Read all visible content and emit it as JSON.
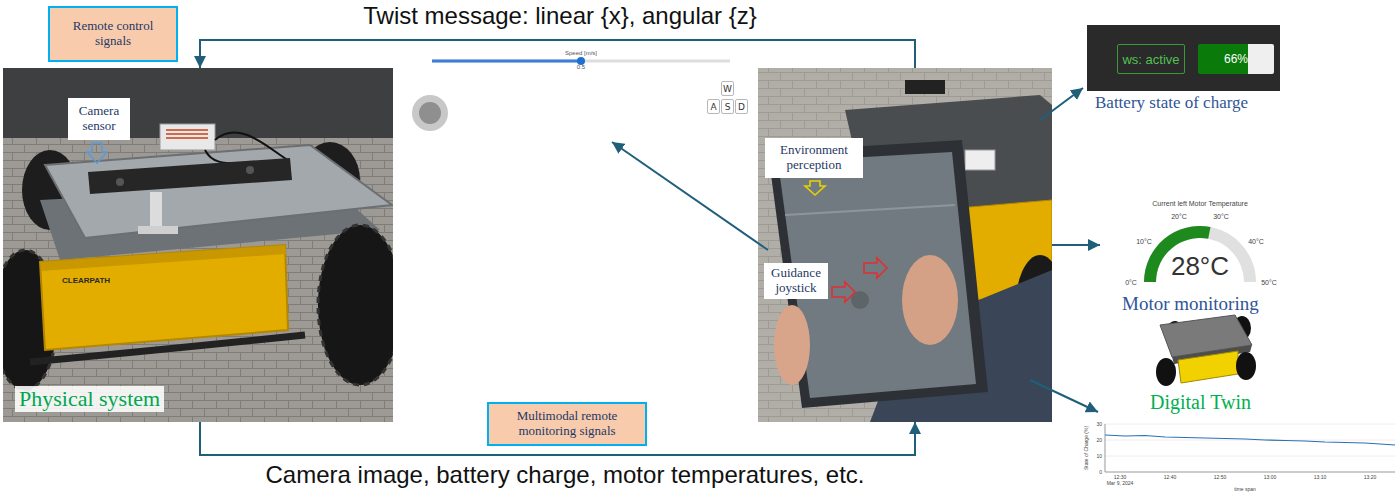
{
  "diagram": {
    "nodes": [
      {
        "text": [
          "Remote control signals"
        ]
      },
      {
        "text": [
          "Physical system"
        ]
      },
      {
        "text": [
          "Camera sensor"
        ],
        "in": 1
      },
      {
        "text": [
          "W"
        ]
      },
      {
        "text": [
          "A"
        ]
      },
      {
        "text": [
          "S"
        ]
      },
      {
        "text": [
          "D"
        ]
      },
      {
        "text": []
      },
      {
        "text": [
          "Environment perception"
        ],
        "in": 7
      },
      {
        "text": [
          "Guidance joystick"
        ],
        "in": 7
      },
      {
        "text": [
          "ws: active"
        ]
      },
      {
        "text": [
          "66%"
        ]
      },
      {
        "text": [
          "Multimodal remote monitoring signals"
        ]
      }
    ],
    "edges": [
      {
        "from": 7,
        "to": 1,
        "arrow": "to",
        "label": "Twist message: linear {x}, angular {z}"
      },
      {
        "from": 1,
        "to": 7,
        "arrow": "to",
        "label": "Camera image, battery charge, motor temperatures, etc."
      }
    ],
    "labels": [
      "Speed [m/s]",
      "0.5",
      "CLEARPATH",
      "Battery state of charge",
      "Current left Motor Temperature",
      "0°C",
      "10°C",
      "20°C",
      "30°C",
      "40°C",
      "50°C",
      "28°C",
      "Motor monitoring",
      "Digital Twin",
      "State of Charge (%)",
      "30",
      "20",
      "10",
      "0",
      "12:30",
      "12:40",
      "12:50",
      "13:00",
      "13:10",
      "13:20",
      "Mar 9, 2024",
      "time span"
    ]
  }
}
